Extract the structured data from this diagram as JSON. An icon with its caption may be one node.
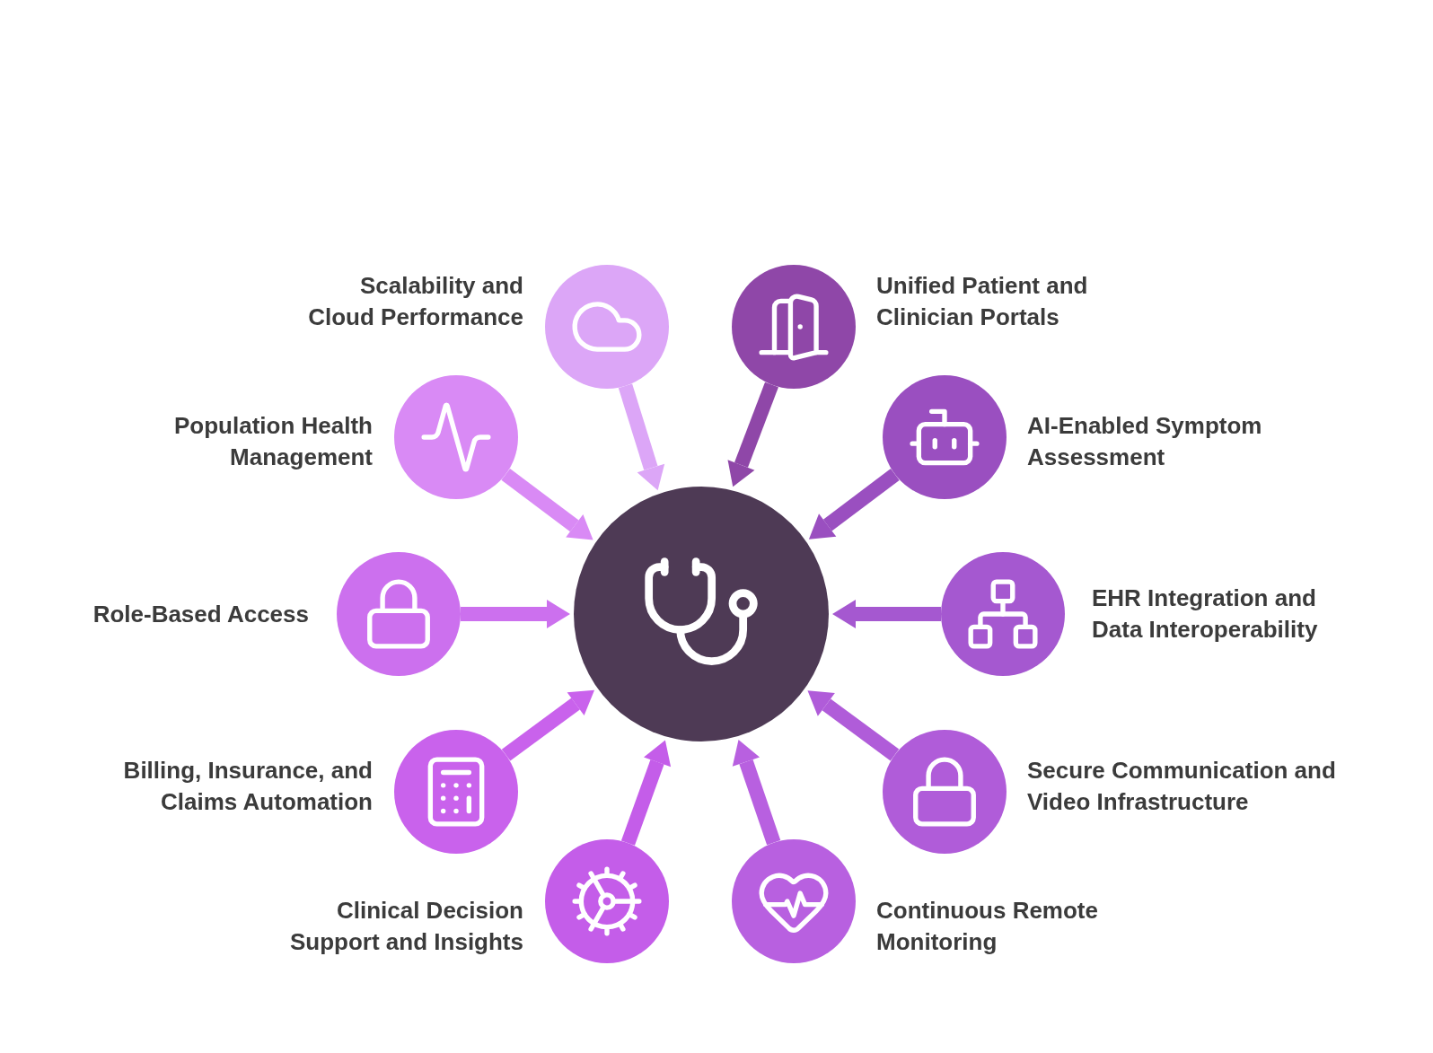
{
  "diagram": {
    "nodes": [
      {
        "text": [
          "Scalability and Cloud Performance"
        ]
      },
      {
        "text": [
          "Unified Patient and Clinician Portals"
        ]
      },
      {
        "text": [
          "Population Health Management"
        ]
      },
      {
        "text": [
          "AI-Enabled Symptom Assessment"
        ]
      },
      {
        "text": [
          "Role-Based Access"
        ]
      },
      {
        "text": [],
        "shape": "circle"
      },
      {
        "text": [
          "EHR Integration and Data Interoperability"
        ]
      },
      {
        "text": [
          "Billing, Insurance, and Claims Automation"
        ]
      },
      {
        "text": [
          "Secure Communication and Video Infrastructure"
        ]
      },
      {
        "text": [
          "Clinical Decision Support and Insights"
        ]
      },
      {
        "text": [
          "Continuous Remote Monitoring"
        ]
      }
    ],
    "edges": [
      {
        "from": 0,
        "to": 5,
        "arrow": "to",
        "color": "#dca6f7"
      },
      {
        "from": 1,
        "to": 5,
        "arrow": "to",
        "color": "#8f47a8"
      },
      {
        "from": 2,
        "to": 5,
        "arrow": "to",
        "color": "#d98af5"
      },
      {
        "from": 3,
        "to": 5,
        "arrow": "to",
        "color": "#9a4fc0"
      },
      {
        "from": 4,
        "to": 5,
        "arrow": "to",
        "color": "#cc70ee"
      },
      {
        "from": 6,
        "to": 5,
        "arrow": "to",
        "color": "#a558d0"
      },
      {
        "from": 7,
        "to": 5,
        "arrow": "to",
        "color": "#c962ec"
      },
      {
        "from": 8,
        "to": 5,
        "arrow": "to",
        "color": "#b05cd9"
      },
      {
        "from": 9,
        "to": 5,
        "arrow": "to",
        "color": "#c45de9"
      },
      {
        "from": 10,
        "to": 5,
        "arrow": "to",
        "color": "#b860e0"
      }
    ]
  }
}
